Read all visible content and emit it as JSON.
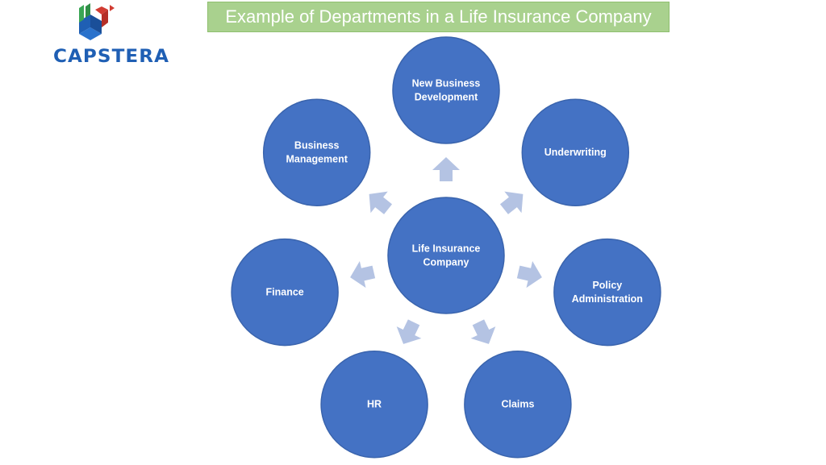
{
  "title": "Example of Departments in a Life Insurance Company",
  "logo": {
    "text": "CAPSTERA",
    "icon": "capstera-cube-logo-icon"
  },
  "colors": {
    "node_fill": "#4472c4",
    "node_stroke": "#3a64ad",
    "arrow_fill": "#b4c3e3",
    "title_bg": "#a9d18e",
    "logo_blue": "#1f5fb4",
    "logo_green": "#3aa655",
    "logo_red": "#d13c32"
  },
  "center": {
    "label_lines": [
      "Life Insurance",
      "Company"
    ]
  },
  "departments": [
    {
      "id": "new-business-development",
      "label_lines": [
        "New Business",
        "Development"
      ]
    },
    {
      "id": "underwriting",
      "label_lines": [
        "Underwriting"
      ]
    },
    {
      "id": "policy-administration",
      "label_lines": [
        "Policy",
        "Administration"
      ]
    },
    {
      "id": "claims",
      "label_lines": [
        "Claims"
      ]
    },
    {
      "id": "hr",
      "label_lines": [
        "HR"
      ]
    },
    {
      "id": "finance",
      "label_lines": [
        "Finance"
      ]
    },
    {
      "id": "business-management",
      "label_lines": [
        "Business",
        "Management"
      ]
    }
  ]
}
